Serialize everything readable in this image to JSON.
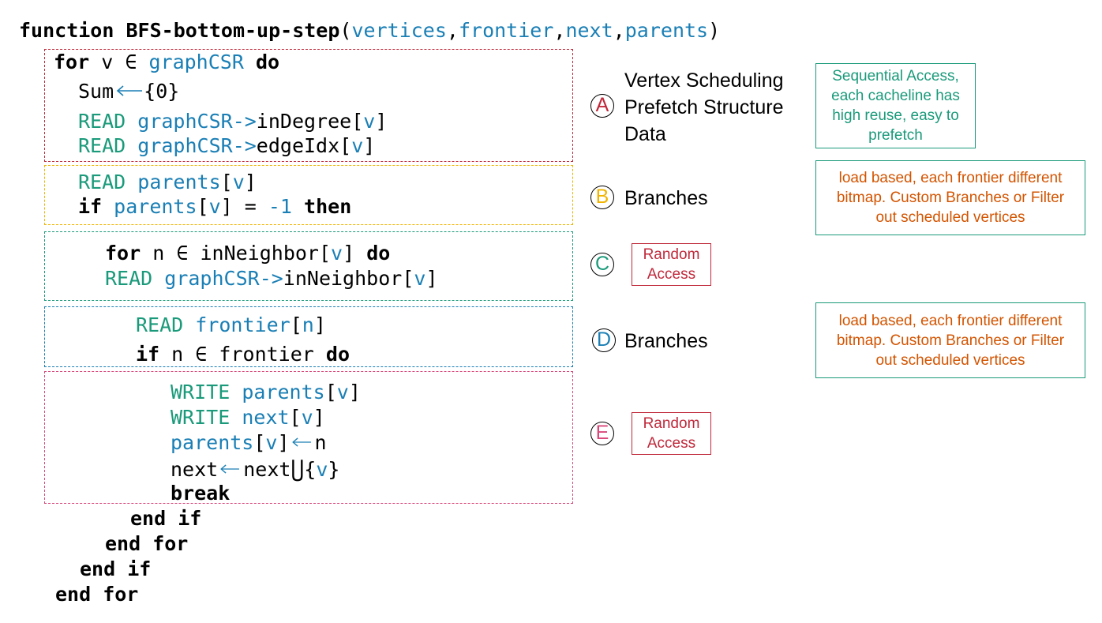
{
  "header": {
    "keyword": "function",
    "name": "BFS-bottom-up-step",
    "open_paren": "(",
    "params": [
      "vertices",
      "frontier",
      "next",
      "parents"
    ],
    "comma": ",",
    "close_paren": ")"
  },
  "code": {
    "for_kw": "for",
    "do_kw": "do",
    "then_kw": "then",
    "if_kw": "if",
    "break_kw": "break",
    "read_kw": "READ",
    "write_kw": "WRITE",
    "elem": "∈",
    "union": "⋃",
    "var_v": "v",
    "var_n": "n",
    "graph": "graphCSR",
    "graph_arrow": "graphCSR->",
    "sum": "Sum",
    "sum_init": "{0}",
    "in_degree": "inDegree",
    "edge_idx": "edgeIdx",
    "parents": "parents",
    "eq": " = ",
    "neg_one": "-1",
    "in_neighbor": "inNeighbor",
    "frontier": "frontier",
    "next": "next",
    "lbr": "[",
    "rbr": "]",
    "lcb": "{",
    "rcb": "}",
    "end_if": "end if",
    "end_for": "end for"
  },
  "annotations": [
    {
      "letter": "A",
      "color": "#c0283a",
      "label_lines": [
        "Vertex Scheduling",
        "Prefetch Structure",
        "Data"
      ]
    },
    {
      "letter": "B",
      "color": "#f0b400",
      "label_lines": [
        "Branches"
      ]
    },
    {
      "letter": "C",
      "color": "#1a9a7a",
      "label_lines": [
        ""
      ]
    },
    {
      "letter": "D",
      "color": "#1a7fb5",
      "label_lines": [
        "Branches"
      ]
    },
    {
      "letter": "E",
      "color": "#d9477a",
      "label_lines": [
        ""
      ]
    }
  ],
  "notes": {
    "sequential": {
      "lines": [
        "Sequential Access,",
        "each cacheline has",
        "high reuse, easy to",
        "prefetch"
      ],
      "color": "#1a9a7a"
    },
    "branch_b": {
      "lines": [
        "load based, each frontier different",
        "bitmap. Custom Branches or Filter",
        "out scheduled vertices"
      ],
      "color": "#d35400",
      "border": "#1a9a7a"
    },
    "random_c": {
      "lines": [
        "Random",
        "Access"
      ],
      "color": "#c0283a"
    },
    "branch_d": {
      "lines": [
        "load based, each frontier different",
        "bitmap. Custom Branches or Filter",
        "out scheduled vertices"
      ],
      "color": "#d35400",
      "border": "#1a9a7a"
    },
    "random_e": {
      "lines": [
        "Random",
        "Access"
      ],
      "color": "#c0283a"
    }
  },
  "colors": {
    "box_a": "#c0283a",
    "box_b": "#f0b400",
    "box_c": "#1a9a7a",
    "box_d": "#1a7fb5",
    "box_e": "#d9477a",
    "keyword_blue": "#1a7fb5",
    "keyword_green": "#1a9a7a"
  }
}
